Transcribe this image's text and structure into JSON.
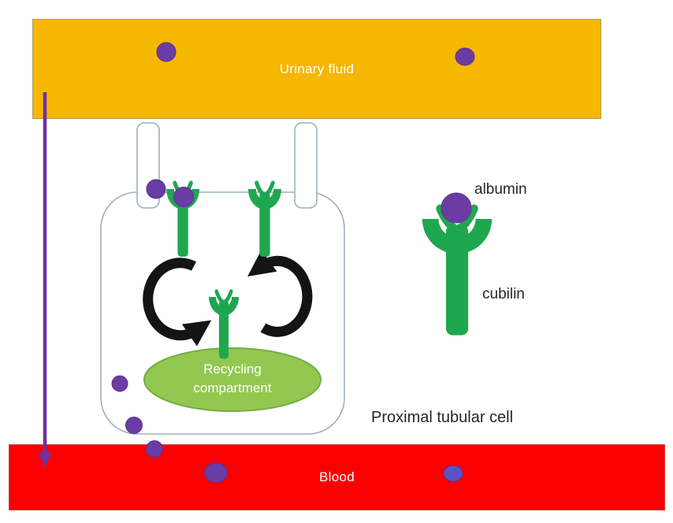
{
  "regions": {
    "urinary_fluid_label": "Urinary fluid",
    "blood_label": "Blood"
  },
  "labels": {
    "proximal_tubular_cell": "Proximal tubular cell",
    "recycling_compartment": "Recycling compartment"
  },
  "legend": {
    "albumin_label": "albumin",
    "cubilin_label": "cubilin"
  },
  "colors": {
    "urinary_fluid_fill": "#F5B700",
    "blood_fill": "#FB0000",
    "albumin_purple": "#6B3CA4",
    "albumin_outline": "#5C3191",
    "albumin_blood_variant": "#5B52C8",
    "flux_arrow_purple": "#7030A0",
    "cubilin_green": "#1FA750",
    "recycling_fill": "#92C850",
    "recycling_stroke": "#72AC45",
    "cell_outline": "#9FAFBD",
    "cycle_arrow_black": "#141414",
    "label_text": "#262626",
    "region_label_white": "#FFFFFF"
  },
  "molecule_counts": {
    "albumin_in_urinary_fluid": 2,
    "albumin_at_membrane": 2,
    "albumin_in_cytoplasm": 3,
    "albumin_in_blood": 2
  },
  "receptor_counts": {
    "membrane_cubilin_receptors": 2,
    "recycling_cubilin_receptors": 1
  }
}
